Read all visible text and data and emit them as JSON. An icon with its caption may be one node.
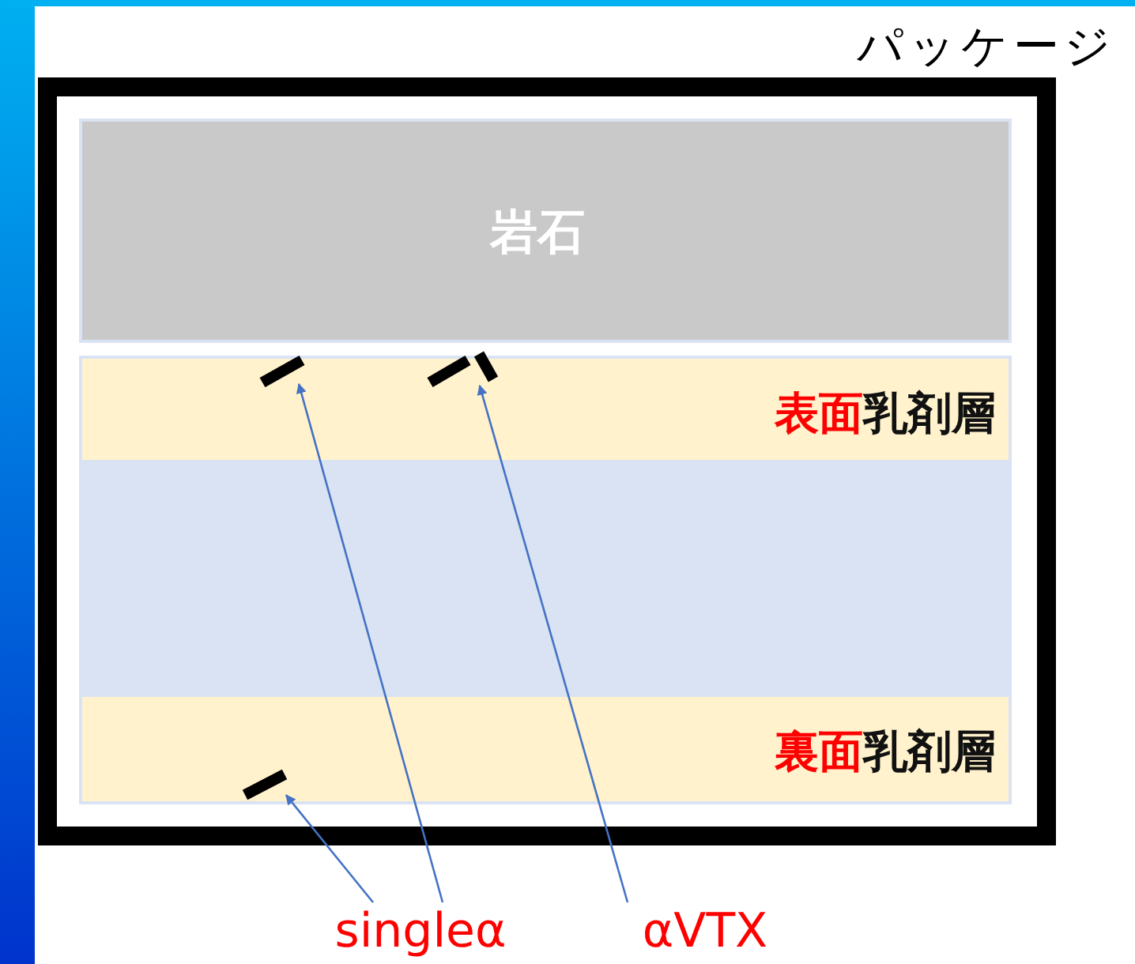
{
  "diagram": {
    "nodes": [
      {
        "text": [
          "パッケージ"
        ]
      },
      {
        "text": [
          "岩石"
        ],
        "in": 0
      },
      {
        "text": [
          "**表面**乳剤層"
        ],
        "in": 0
      },
      {
        "text": [],
        "shape": "bar",
        "in": 0
      },
      {
        "text": [
          "**裏面**乳剤層"
        ],
        "in": 0
      },
      {
        "text": [],
        "shape": "bar",
        "in": 2
      },
      {
        "text": [],
        "shape": "bar",
        "in": 2
      },
      {
        "text": [],
        "shape": "bar",
        "in": 4
      },
      {
        "text": [
          "singleα"
        ]
      },
      {
        "text": [
          "αVTX"
        ]
      }
    ],
    "edges": [
      {
        "from": 8,
        "to": 7,
        "arrow": "to"
      },
      {
        "from": 8,
        "to": 5,
        "arrow": "to"
      },
      {
        "from": 9,
        "to": 6,
        "arrow": "to"
      }
    ]
  }
}
